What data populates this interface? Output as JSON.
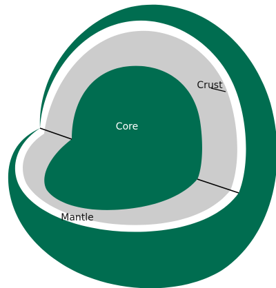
{
  "labels": {
    "core": "Core",
    "mantle": "Mantle",
    "crust": "Crust"
  },
  "colors": {
    "outer_shell": "#006d50",
    "crust_band": "#ffffff",
    "mantle": "#cccccc",
    "core": "#006d50",
    "core_label": "#ffffff",
    "line": "#000000",
    "text": "#111111"
  }
}
